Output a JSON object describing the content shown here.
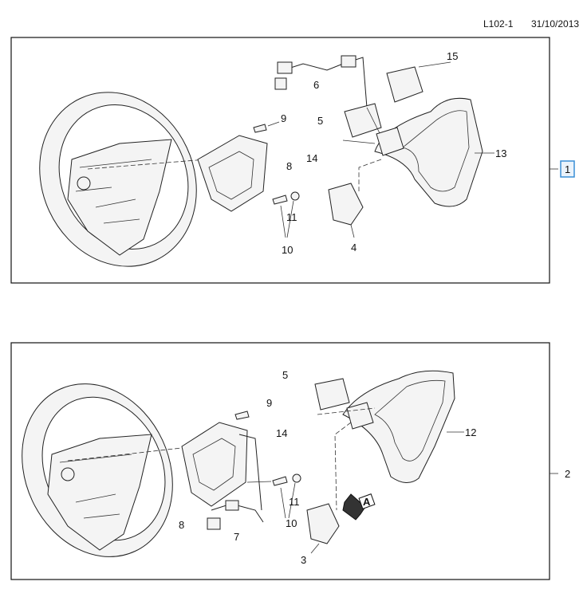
{
  "header": {
    "code": "L102-1",
    "date": "31/10/2013"
  },
  "panels": [
    {
      "index": "1",
      "selected": true,
      "callouts": {
        "p15": "15",
        "p6": "6",
        "p9": "9",
        "p5": "5",
        "p14": "14",
        "p13": "13",
        "p8": "8",
        "p11": "11",
        "p10": "10",
        "p4": "4"
      }
    },
    {
      "index": "2",
      "selected": false,
      "callouts": {
        "p5": "5",
        "p9": "9",
        "p14": "14",
        "p12": "12",
        "p11": "11",
        "p8": "8",
        "p10": "10",
        "p7": "7",
        "p3": "3"
      },
      "view_marker": "A"
    }
  ],
  "colors": {
    "selected_box": "#3a8fd6"
  }
}
